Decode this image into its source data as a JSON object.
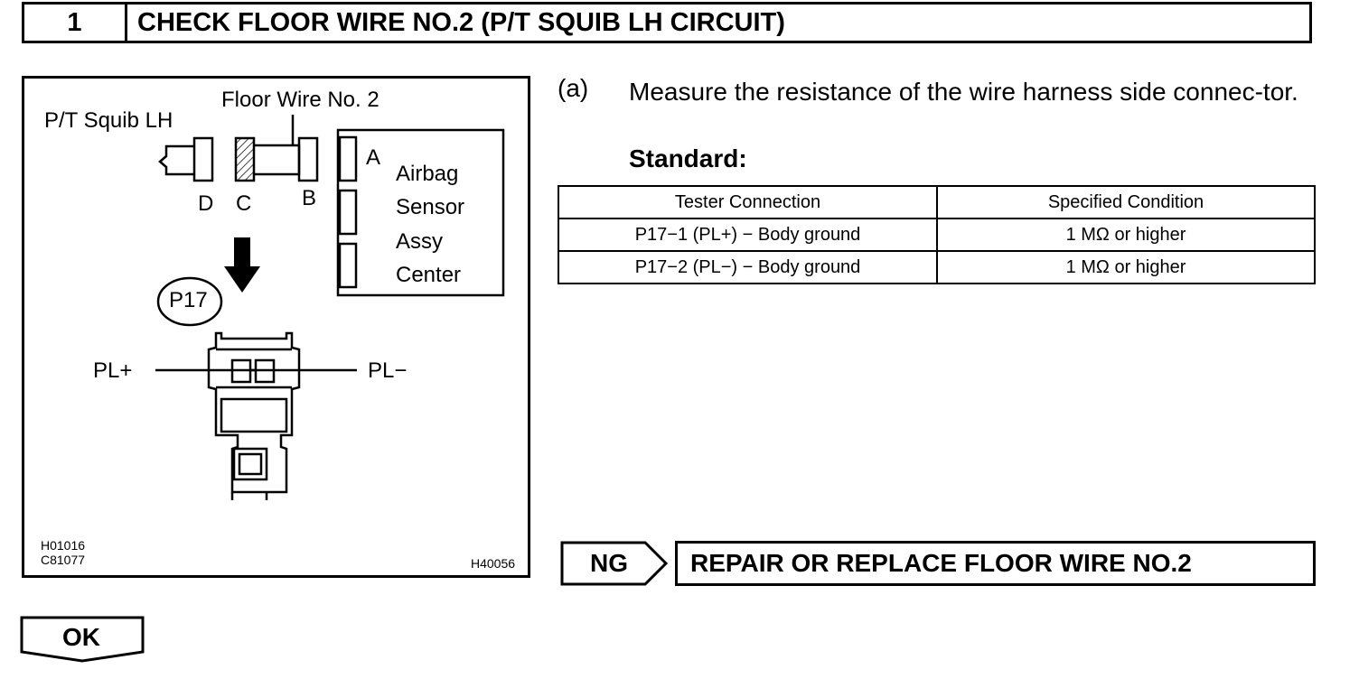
{
  "step": {
    "number": "1",
    "title": "CHECK FLOOR WIRE NO.2 (P/T SQUIB LH CIRCUIT)"
  },
  "diagram": {
    "floor_wire_label": "Floor Wire No. 2",
    "squib_label": "P/T Squib LH",
    "connector_labels": {
      "a": "A",
      "b": "B",
      "c": "C",
      "d": "D"
    },
    "sensor_lines": [
      "Airbag",
      "Sensor",
      "Assy",
      "Center"
    ],
    "connector_id": "P17",
    "pin_left": "PL+",
    "pin_right": "PL−",
    "code_lines": [
      "H01016",
      "C81077"
    ],
    "code_right": "H40056"
  },
  "instruction": {
    "letter": "(a)",
    "text": "Measure the resistance of the wire harness side connec-tor.",
    "standard_label": "Standard:"
  },
  "spec_table": {
    "headers": [
      "Tester Connection",
      "Specified Condition"
    ],
    "rows": [
      [
        "P17−1 (PL+) − Body ground",
        "1 MΩ or higher"
      ],
      [
        "P17−2 (PL−) − Body ground",
        "1 MΩ or higher"
      ]
    ]
  },
  "result_ng": {
    "label": "NG",
    "action": "REPAIR OR REPLACE FLOOR WIRE NO.2"
  },
  "result_ok": {
    "label": "OK"
  }
}
